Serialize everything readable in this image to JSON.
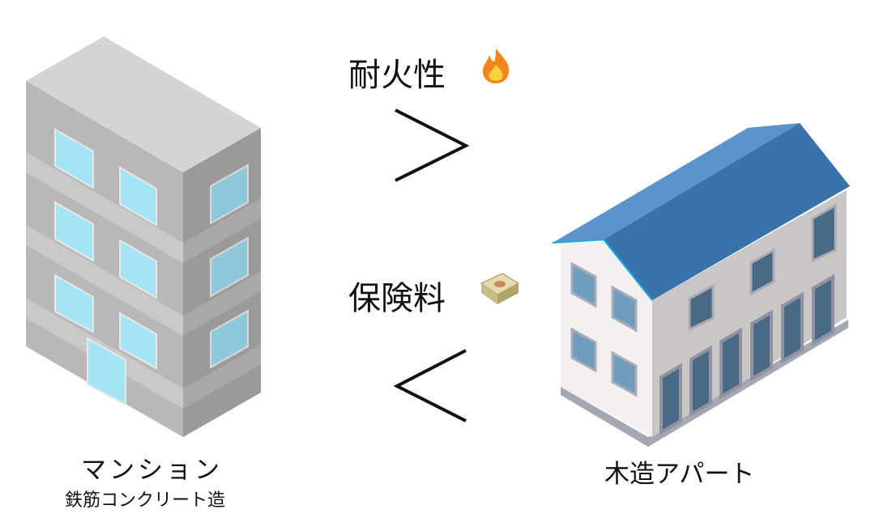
{
  "left_building": {
    "name": "マンション",
    "structure": "鉄筋コンクリート造"
  },
  "right_building": {
    "name": "木造アパート"
  },
  "comparisons": [
    {
      "label": "耐火性",
      "icon": "fire-icon",
      "symbol": ">"
    },
    {
      "label": "保険料",
      "icon": "money-bundle-icon",
      "symbol": "<"
    }
  ],
  "colors": {
    "roof": "#3a73ac",
    "roof_light": "#5a94cb",
    "concrete": "#b3b3b3",
    "glass": "#a3e4f7"
  }
}
